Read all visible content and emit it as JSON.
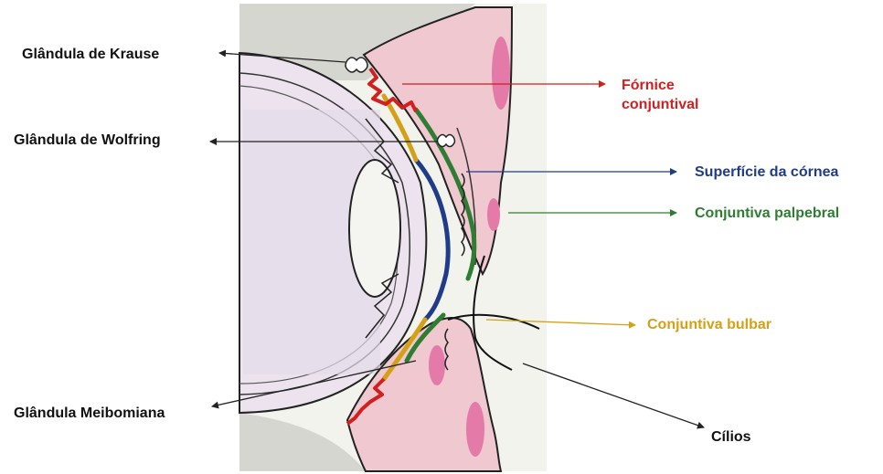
{
  "labels": {
    "krause": "Glândula de Krause",
    "wolfring": "Glândula de Wolfring",
    "meibomian": "Glândula Meibomiana",
    "fornix_line1": "Fórnice",
    "fornix_line2": "conjuntival",
    "cornea": "Superfície da córnea",
    "palpebral": "Conjuntiva palpebral",
    "bulbar": "Conjuntiva bulbar",
    "cilia": "Cílios"
  },
  "colors": {
    "krause": "#111111",
    "wolfring": "#111111",
    "meibomian": "#111111",
    "fornix": "#d21f1f",
    "cornea": "#1f3b8a",
    "palpebral": "#2f7d32",
    "bulbar": "#d4a017",
    "cilia": "#111111"
  }
}
